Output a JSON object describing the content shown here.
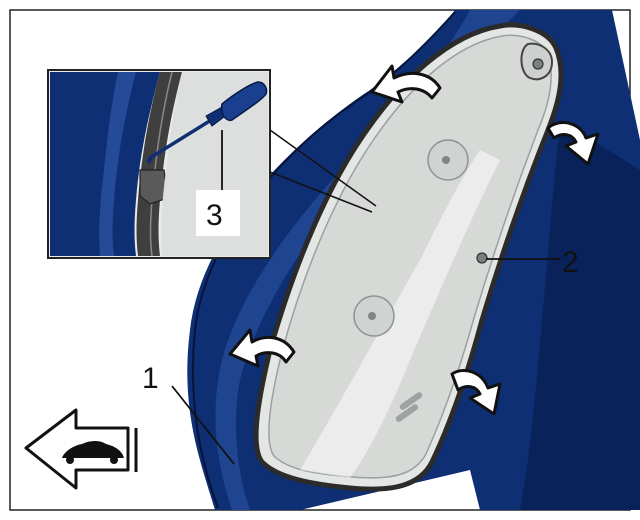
{
  "colors": {
    "panel_blue": "#0e2f74",
    "panel_blue_dark": "#071a47",
    "panel_blue_light": "#2d56a8",
    "trim_fill": "#e4e6e4",
    "trim_edge": "#3a3a3a",
    "arrow_fill": "#ffffff",
    "arrow_stroke": "#111111",
    "frame": "#222222"
  },
  "callouts": {
    "pillar_body": "1",
    "trim_clip": "2",
    "screwdriver": "3"
  },
  "icons": {
    "direction": "vehicle-forward-direction-icon",
    "tool": "screwdriver-icon"
  },
  "removal_arrows": [
    "pry-arrow-upper-left",
    "pry-arrow-upper-right",
    "pry-arrow-lower-left",
    "pry-arrow-lower-right"
  ]
}
